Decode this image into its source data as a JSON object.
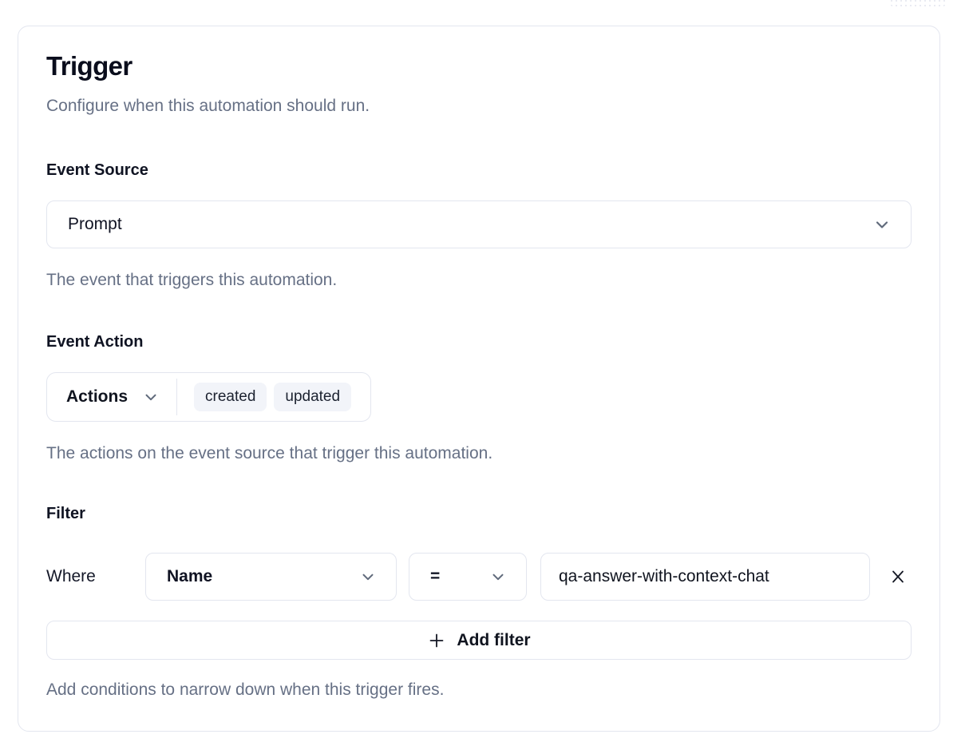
{
  "header": {
    "title": "Trigger",
    "subtitle": "Configure when this automation should run."
  },
  "event_source": {
    "label": "Event Source",
    "value": "Prompt",
    "help": "The event that triggers this automation."
  },
  "event_action": {
    "label": "Event Action",
    "dropdown_label": "Actions",
    "selected": [
      "created",
      "updated"
    ],
    "help": "The actions on the event source that trigger this automation."
  },
  "filter": {
    "label": "Filter",
    "where_label": "Where",
    "field_value": "Name",
    "operator_value": "=",
    "value_input": "qa-answer-with-context-chat",
    "add_button_label": "Add filter",
    "help": "Add conditions to narrow down when this trigger fires."
  },
  "icons": {
    "chevron_down": "chevron-down-icon",
    "close": "close-icon",
    "plus": "plus-icon"
  },
  "colors": {
    "text": "#101323",
    "muted_text": "#667085",
    "border": "#e3e6ef",
    "badge_background": "#f2f4f9",
    "card_background": "#ffffff"
  }
}
